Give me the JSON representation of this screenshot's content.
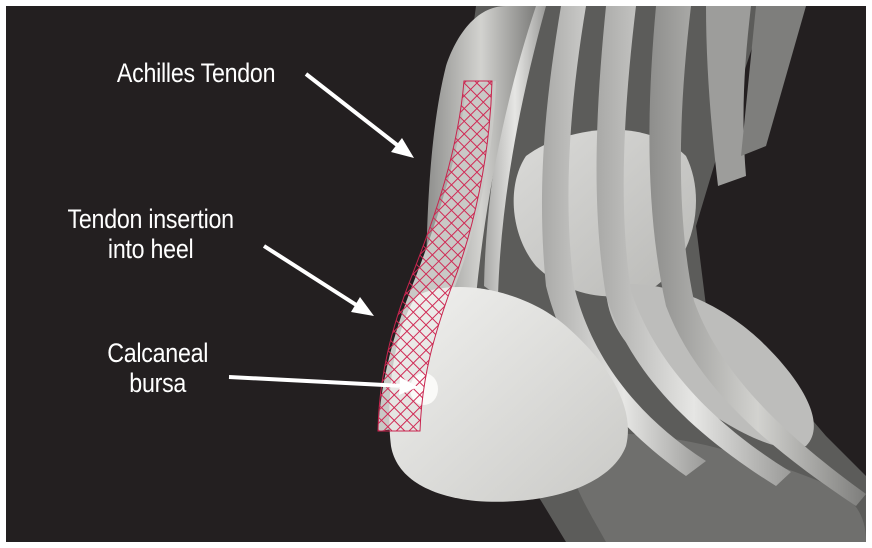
{
  "labels": {
    "achilles": "Achilles Tendon",
    "insertion_line1": "Tendon insertion",
    "insertion_line2": "into heel",
    "bursa_line1": "Calcaneal",
    "bursa_line2": "bursa"
  },
  "colors": {
    "background": "#231f20",
    "frame": "#ffffff",
    "label_text": "#ffffff",
    "arrow": "#ffffff",
    "tendon_highlight": "#c8244e",
    "bone": "#e4e4e2",
    "muscle_tendon": "#b8b8b6"
  }
}
